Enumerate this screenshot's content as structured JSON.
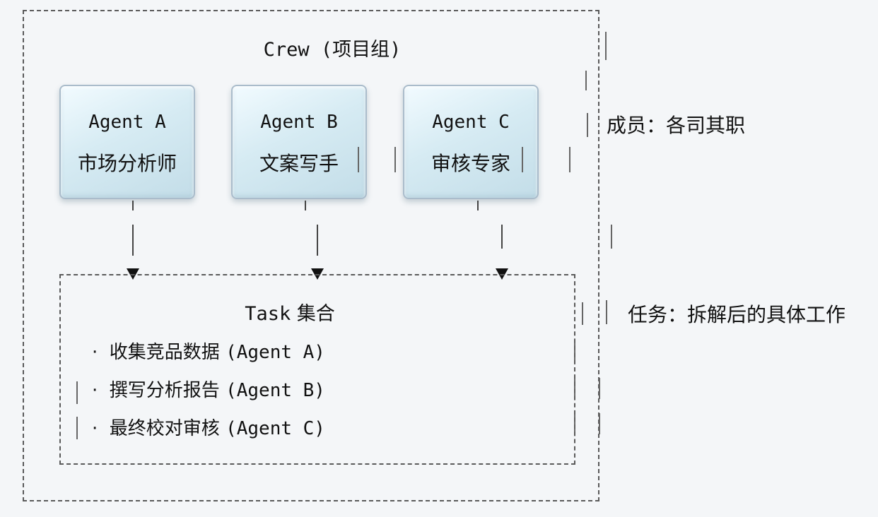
{
  "crew": {
    "title": "Crew (项目组)"
  },
  "agents": [
    {
      "name": "Agent A",
      "role": "市场分析师"
    },
    {
      "name": "Agent B",
      "role": "文案写手"
    },
    {
      "name": "Agent C",
      "role": "审核专家"
    }
  ],
  "labels": {
    "members": "成员：各司其职",
    "tasks": "任务：拆解后的具体工作"
  },
  "task_set": {
    "title_latin": "Task",
    "title_cjk": "集合",
    "items": [
      {
        "bullet": "·",
        "text": "收集竞品数据",
        "owner": "(Agent A)"
      },
      {
        "bullet": "·",
        "text": "撰写分析报告",
        "owner": "(Agent B)"
      },
      {
        "bullet": "·",
        "text": "最终校对审核",
        "owner": "(Agent C)"
      }
    ]
  }
}
